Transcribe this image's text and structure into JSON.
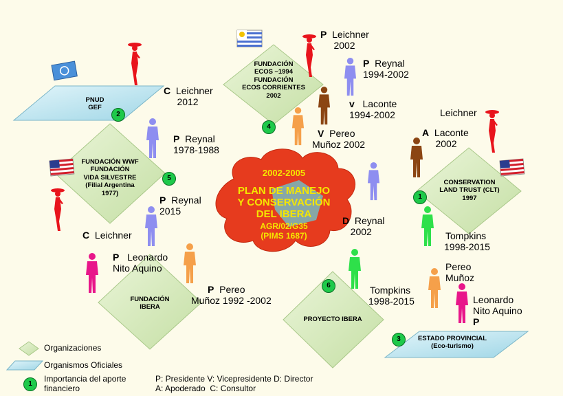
{
  "center": {
    "years": "2002-2005",
    "title_lines": [
      "PLAN DE MANEJO",
      "Y CONSERVACIÓN",
      "DEL IBERA"
    ],
    "code": "AGR/02/G35",
    "pims": "(PIMS 1687)"
  },
  "orgs": {
    "pnud": {
      "lines": [
        "PNUD",
        "GEF"
      ],
      "badge": "2"
    },
    "ecos": {
      "lines": [
        "FUNDACIÓN",
        "ECOS –1994",
        "FUNDACIÓN",
        "ECOS CORRIENTES",
        "2002"
      ],
      "badge": "4"
    },
    "wwf": {
      "lines": [
        "FUNDACIÓN WWF",
        "FUNDACIÓN",
        "VIDA SILVESTRE",
        "(Filial Argentina",
        "1977)"
      ],
      "badge": "5"
    },
    "clt": {
      "lines": [
        "CONSERVATION",
        "LAND TRUST (CLT)",
        "1997"
      ],
      "badge": "1"
    },
    "ibera_fund": {
      "lines": [
        "FUNDACIÓN",
        "IBERA"
      ]
    },
    "proyecto": {
      "lines": [
        "PROYECTO IBERA"
      ],
      "badge": "6"
    },
    "estado": {
      "lines": [
        "ESTADO PROVINCIAL",
        "(Eco-turismo)"
      ],
      "badge": "3"
    }
  },
  "people": {
    "pnud_c": {
      "role": "C",
      "name": "Leichner",
      "years": "2012"
    },
    "ecos_p": {
      "role": "P",
      "name": "Leichner",
      "years": "2002"
    },
    "ecos_p2": {
      "role": "P",
      "name": "Reynal",
      "years": "1994-2002"
    },
    "ecos_v": {
      "role": "v",
      "name": "Laconte",
      "years": "1994-2002"
    },
    "ecos_v2": {
      "role": "V",
      "name": "Pereo",
      "years": "Muñoz 2002"
    },
    "clt_top": {
      "name": "Leichner"
    },
    "clt_a": {
      "role": "A",
      "name": "Laconte",
      "years": "2002"
    },
    "clt_t": {
      "name": "Tompkins",
      "years": "1998-2015"
    },
    "wwf_p1": {
      "role": "P",
      "name": "Reynal",
      "years": "1978-1988"
    },
    "wwf_p2": {
      "role": "P",
      "name": "Reynal",
      "years": "2015"
    },
    "wwf_c": {
      "role": "C",
      "name": "Leichner"
    },
    "center_d": {
      "role": "D",
      "name": "Reynal",
      "years": "2002"
    },
    "fib_p1": {
      "role": "P",
      "name": "Leonardo",
      "years": "Nito Aquino"
    },
    "fib_p2": {
      "role": "P",
      "name": "Pereo",
      "years": "Muñoz 1992 -2002"
    },
    "proy_t": {
      "name": "Tompkins",
      "years": "1998-2015"
    },
    "est_1": {
      "name": "Pereo",
      "years": "Muñoz"
    },
    "est_2": {
      "name": "Leonardo",
      "years": "Nito Aquino",
      "role": "P"
    }
  },
  "legend": {
    "orgs": "Organizaciones",
    "oficiales": "Organismos Oficiales",
    "badge": "1",
    "importancia1": "Importancia del aporte",
    "importancia2": "financiero",
    "roles1": "P: Presidente V: Vicepresidente D: Director",
    "roles2": "A: Apoderado  C: Consultor"
  },
  "colors": {
    "diamond_fill": "#dcecc6",
    "para_fill": "#bfe6ef",
    "badge": "#1ec94a",
    "cloud": "#e63b1e",
    "cloud_text": "#f5e600",
    "woman": "#e8141c",
    "blue_man": "#8e8ef0",
    "brown_man": "#8b4513",
    "orange_man": "#f5a04a",
    "green_man": "#2ee04a",
    "magenta_man": "#e8168a"
  }
}
